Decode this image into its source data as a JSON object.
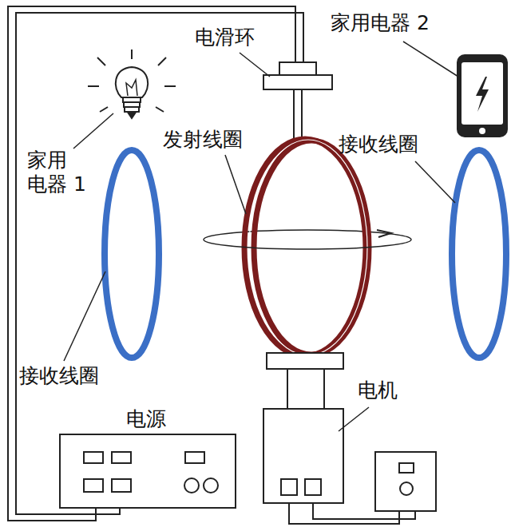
{
  "diagram": {
    "labels": [
      "家用电器 2",
      "电滑环",
      "家用 电器 1",
      "发射线圈",
      "接收线圈",
      "接收线圈",
      "电源",
      "电机"
    ]
  }
}
